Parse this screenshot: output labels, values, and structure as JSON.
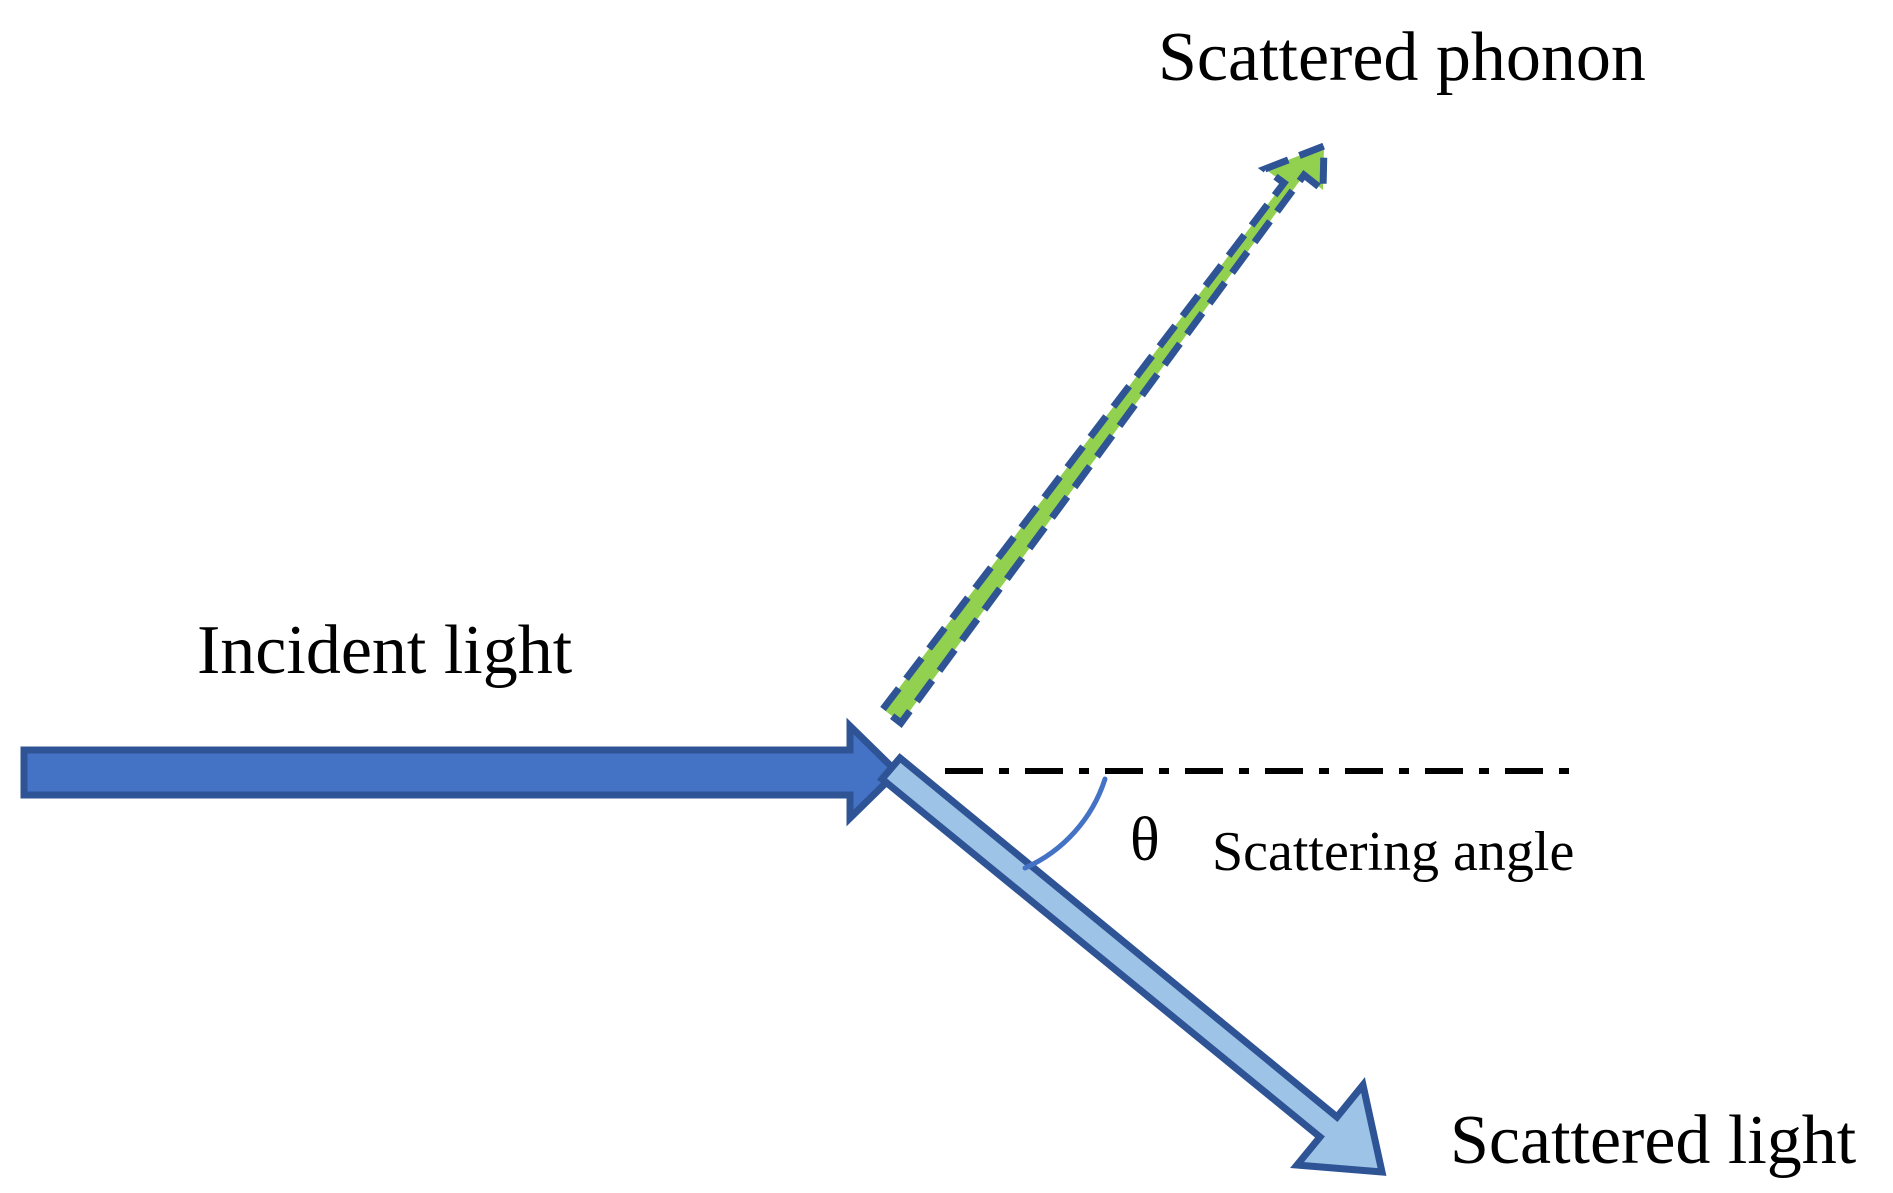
{
  "labels": {
    "incident_light": "Incident light",
    "scattered_phonon": "Scattered phonon",
    "scattered_light": "Scattered light",
    "theta": "θ",
    "scattering_angle": "Scattering angle"
  },
  "colors": {
    "incident_fill": "#4472C4",
    "arrow_outline": "#2F5496",
    "scattered_light_fill": "#9DC3E6",
    "phonon_fill": "#92D050",
    "phonon_dash": "#2F5496",
    "reference_line": "#000000",
    "angle_arc": "#4472C4",
    "text": "#000000"
  }
}
